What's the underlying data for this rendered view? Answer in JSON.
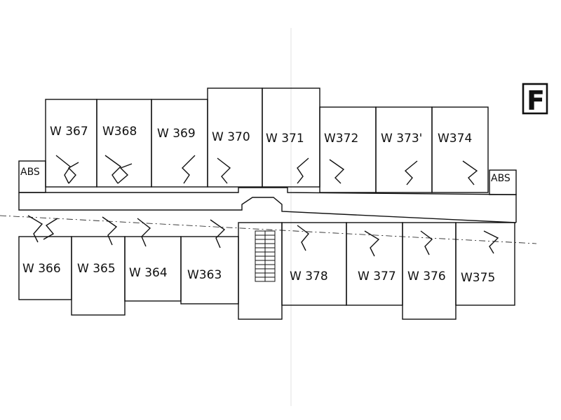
{
  "wing": {
    "letter": "F"
  },
  "rooms_north": [
    {
      "id": "W 367"
    },
    {
      "id": "W368"
    },
    {
      "id": "W 369"
    },
    {
      "id": "W 370"
    },
    {
      "id": "W 371"
    },
    {
      "id": "W372"
    },
    {
      "id": "W 373'"
    },
    {
      "id": "W374"
    }
  ],
  "rooms_south": [
    {
      "id": "W  366"
    },
    {
      "id": "W 365"
    },
    {
      "id": "W  364"
    },
    {
      "id": "W363"
    },
    {
      "id": "W  378"
    },
    {
      "id": "W  377"
    },
    {
      "id": "W 376"
    },
    {
      "id": "W375"
    }
  ],
  "abs_areas": [
    {
      "label": "ABS"
    },
    {
      "label": "ABS"
    }
  ],
  "colors": {
    "ink": "#111111",
    "paper": "#ffffff"
  }
}
